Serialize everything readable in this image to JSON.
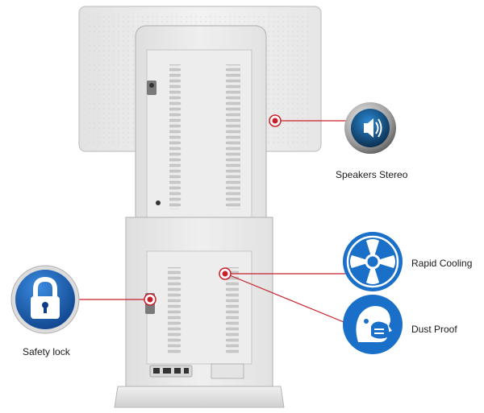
{
  "features": {
    "speakers": {
      "label": "Speakers Stereo",
      "icon": "speaker-icon"
    },
    "cooling": {
      "label": "Rapid Cooling",
      "icon": "fan-icon"
    },
    "dust": {
      "label": "Dust Proof",
      "icon": "dust-mask-icon"
    },
    "lock": {
      "label": "Safety lock",
      "icon": "padlock-icon"
    }
  },
  "colors": {
    "accent_blue": "#1a6fc9",
    "callout_red": "#c8202a",
    "cabinet": "#ebebeb",
    "cabinet_edge": "#bdbdbd"
  }
}
